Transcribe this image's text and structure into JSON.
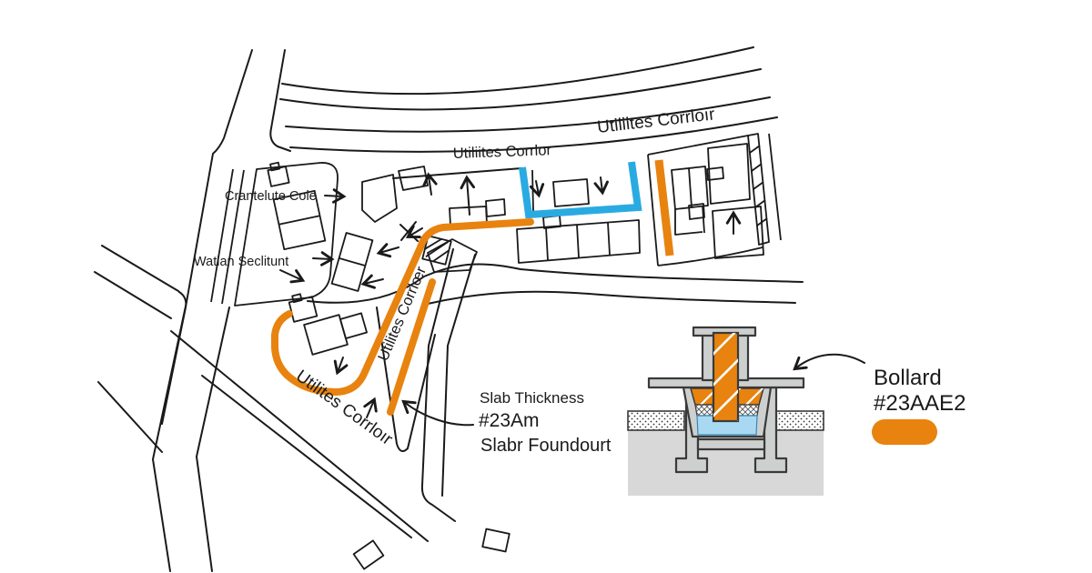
{
  "map": {
    "labels": {
      "corridor_top": "Utiliites Corrloır",
      "corridor_mid": "Utiliites Corrlor",
      "corridor_vertical": "Utilites Corrlœr",
      "corridor_bottom": "Utilites Corrloır",
      "street_label_1": "Crantelute Cole",
      "street_label_2": "Watian Seclitunt"
    },
    "colors": {
      "corridor_orange": "#E8830F",
      "corridor_blue": "#29ABE2",
      "ink": "#1A1A1A"
    }
  },
  "annotations": {
    "slab": {
      "line1": "Slab Thickness",
      "line2": "#23Am",
      "line3": "Slabr Foundourt"
    }
  },
  "legend": {
    "bollard": {
      "title": "Bollard",
      "code": "#23AAE2",
      "swatch_color": "#E8830F"
    }
  },
  "section": {
    "colors": {
      "post_orange": "#E8830F",
      "grout_blue": "#A9D9F2",
      "concrete_gray": "#D8D8D8",
      "structure_gray": "#CDD0CF"
    }
  }
}
